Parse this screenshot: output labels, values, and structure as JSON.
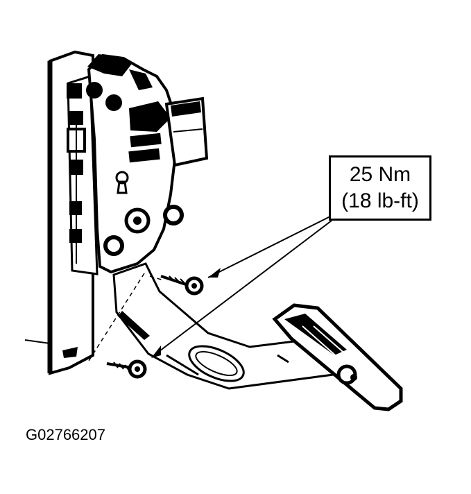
{
  "callout": {
    "torque_nm": "25 Nm",
    "torque_lbft": "(18 lb-ft)"
  },
  "figure_id": "G02766207",
  "colors": {
    "ink": "#000000",
    "paper": "#ffffff"
  }
}
